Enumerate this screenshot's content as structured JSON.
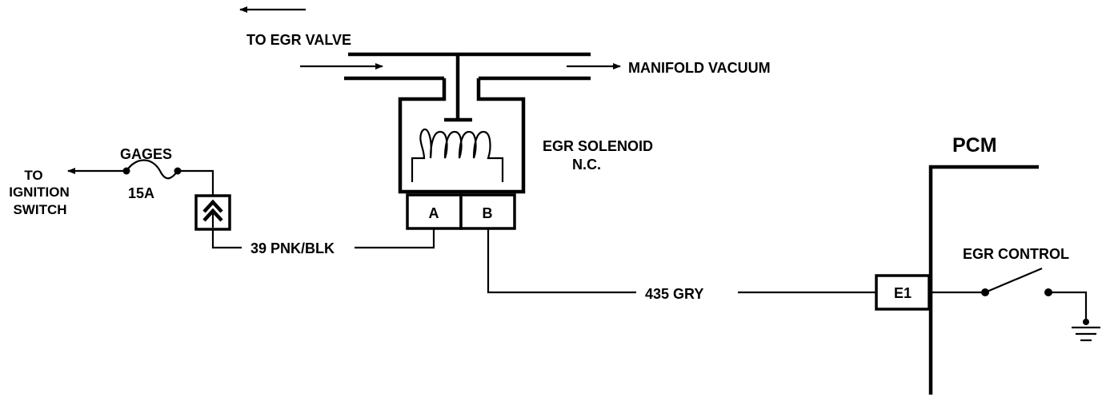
{
  "labels": {
    "to_egr_valve": "TO EGR  VALVE",
    "manifold_vacuum": "MANIFOLD VACUUM",
    "egr_solenoid": "EGR SOLENOID",
    "solenoid_type": "N.C.",
    "gages": "GAGES",
    "fuse_rating": "15A",
    "to_ignition_line1": "TO",
    "to_ignition_line2": "IGNITION",
    "to_ignition_line3": "SWITCH",
    "pcm": "PCM",
    "egr_control": "EGR CONTROL",
    "terminal_a": "A",
    "terminal_b": "B",
    "terminal_e1": "E1",
    "wire_pnk_blk": "39 PNK/BLK",
    "wire_gry": "435 GRY"
  }
}
